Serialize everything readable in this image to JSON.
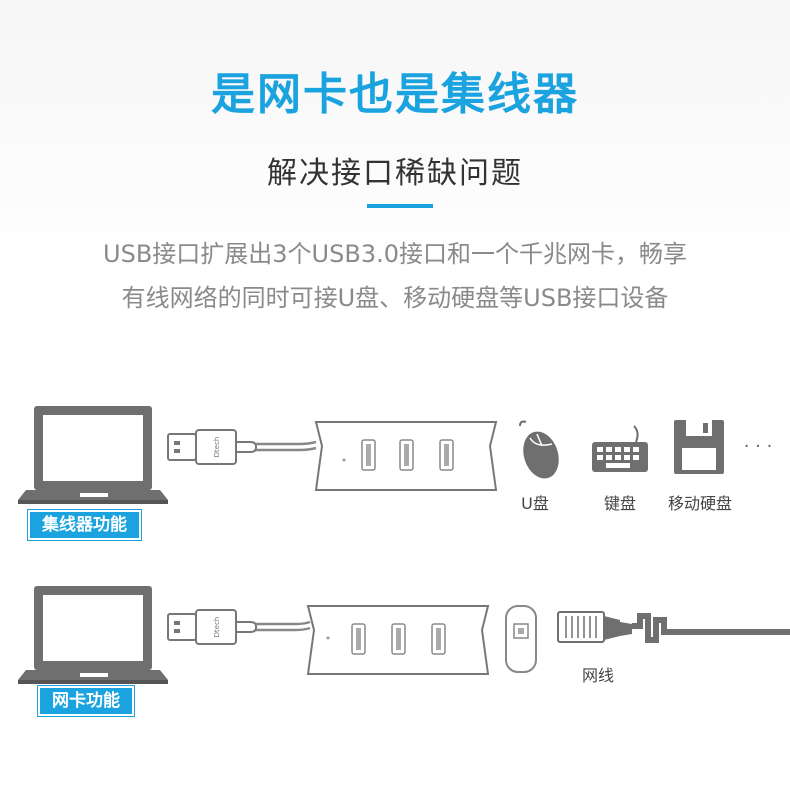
{
  "header": {
    "title": "是网卡也是集线器",
    "subtitle": "解决接口稀缺问题",
    "accent_color": "#1aa3df"
  },
  "description": {
    "line1": "USB接口扩展出3个USB3.0接口和一个千兆网卡，畅享",
    "line2": "有线网络的同时可接U盘、移动硬盘等USB接口设备"
  },
  "hub_section": {
    "label": "集线器功能",
    "devices": [
      {
        "label": "U盘",
        "icon": "mouse-icon"
      },
      {
        "label": "键盘",
        "icon": "keyboard-icon"
      },
      {
        "label": "移动硬盘",
        "icon": "floppy-disk-icon"
      }
    ],
    "more": "· · ·"
  },
  "nic_section": {
    "label": "网卡功能",
    "cable_label": "网线",
    "cable_icon": "ethernet-plug-icon"
  },
  "brand_mark": "Dtech"
}
